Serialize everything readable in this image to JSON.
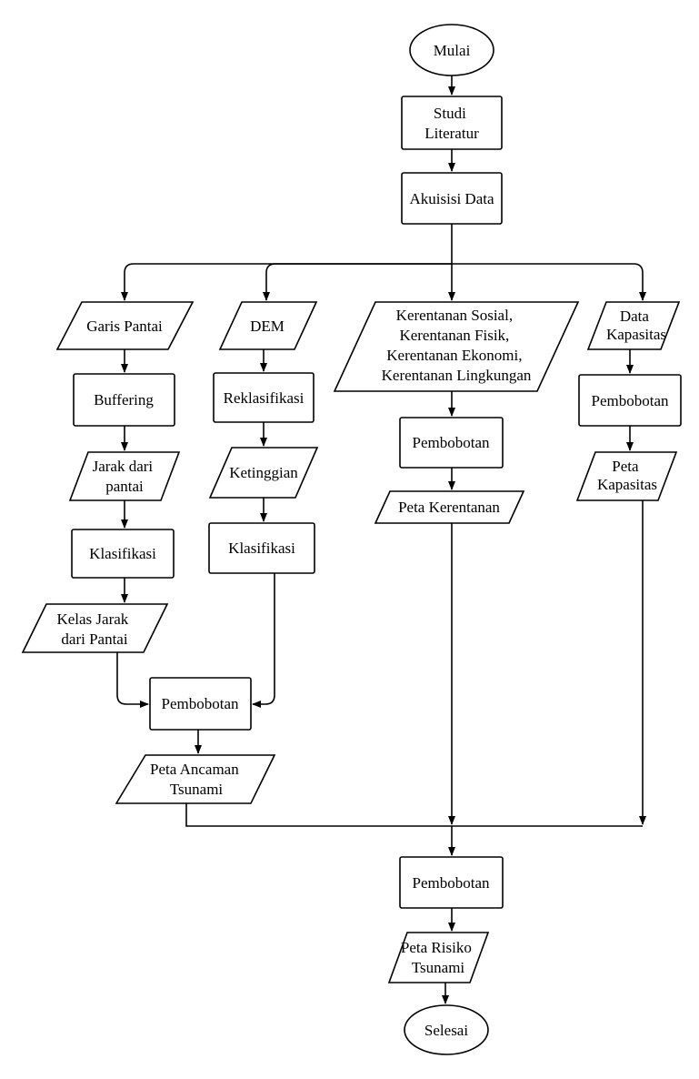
{
  "nodes": {
    "start": [
      "Mulai"
    ],
    "studi": [
      "Studi",
      "Literatur"
    ],
    "akuisisi": [
      "Akuisisi Data"
    ],
    "garis": [
      "Garis Pantai"
    ],
    "dem": [
      "DEM"
    ],
    "kerentanan_data": [
      "Kerentanan Sosial,",
      "Kerentanan Fisik,",
      "Kerentanan Ekonomi,",
      "Kerentanan Lingkungan"
    ],
    "kapasitas_data": [
      "Data",
      "Kapasitas"
    ],
    "buffering": [
      "Buffering"
    ],
    "reklasifikasi": [
      "Reklasifikasi"
    ],
    "bobot_kerentanan": [
      "Pembobotan"
    ],
    "bobot_kapasitas": [
      "Pembobotan"
    ],
    "jarak": [
      "Jarak dari",
      "pantai"
    ],
    "ketinggian": [
      "Ketinggian"
    ],
    "peta_kerentanan": [
      "Peta Kerentanan"
    ],
    "peta_kapasitas": [
      "Peta",
      "Kapasitas"
    ],
    "klasifikasi1": [
      "Klasifikasi"
    ],
    "klasifikasi2": [
      "Klasifikasi"
    ],
    "kelas_jarak": [
      "Kelas Jarak",
      "dari Pantai"
    ],
    "bobot_ancaman": [
      "Pembobotan"
    ],
    "peta_ancaman": [
      "Peta Ancaman",
      "Tsunami"
    ],
    "bobot_risiko": [
      "Pembobotan"
    ],
    "peta_risiko": [
      "Peta Risiko",
      "Tsunami"
    ],
    "end": [
      "Selesai"
    ]
  }
}
